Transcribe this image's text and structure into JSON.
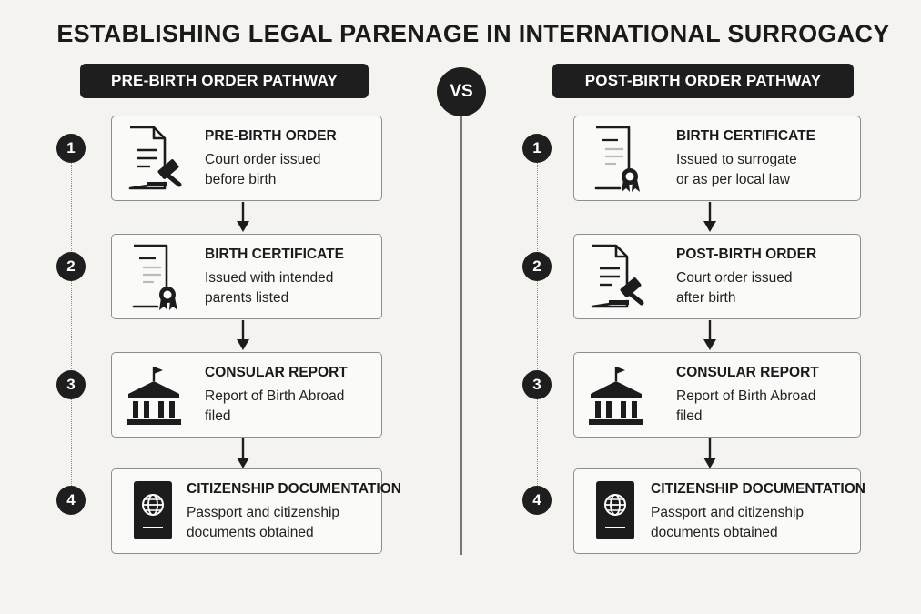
{
  "title": "ESTABLISHING LEGAL PARENAGE IN INTERNATIONAL SURROGACY",
  "vs_label": "VS",
  "left": {
    "header": "PRE-BIRTH ORDER PATHWAY",
    "steps": [
      {
        "number": "1",
        "icon": "gavel-document-icon",
        "heading": "PRE-BIRTH ORDER",
        "lines": [
          "Court order issued",
          "before birth"
        ]
      },
      {
        "number": "2",
        "icon": "certificate-icon",
        "heading": "BIRTH CERTIFICATE",
        "lines": [
          "Issued with intended",
          "parents listed"
        ]
      },
      {
        "number": "3",
        "icon": "consulate-building-icon",
        "heading": "CONSULAR REPORT",
        "lines": [
          "Report of Birth Abroad",
          "filed"
        ]
      },
      {
        "number": "4",
        "icon": "passport-icon",
        "heading": "CITIZENSHIP DOCUMENTATION",
        "lines": [
          "Passport and citizenship",
          "documents obtained"
        ]
      }
    ]
  },
  "right": {
    "header": "POST-BIRTH ORDER PATHWAY",
    "steps": [
      {
        "number": "1",
        "icon": "certificate-icon",
        "heading": "BIRTH CERTIFICATE",
        "lines": [
          "Issued to surrogate",
          "or as per local law"
        ]
      },
      {
        "number": "2",
        "icon": "gavel-document-icon",
        "heading": "POST-BIRTH ORDER",
        "lines": [
          "Court order issued",
          "after birth"
        ]
      },
      {
        "number": "3",
        "icon": "consulate-building-icon",
        "heading": "CONSULAR REPORT",
        "lines": [
          "Report of Birth Abroad",
          "filed"
        ]
      },
      {
        "number": "4",
        "icon": "passport-icon",
        "heading": "CITIZENSHIP DOCUMENTATION",
        "lines": [
          "Passport and citizenship",
          "documents obtained"
        ]
      }
    ]
  }
}
